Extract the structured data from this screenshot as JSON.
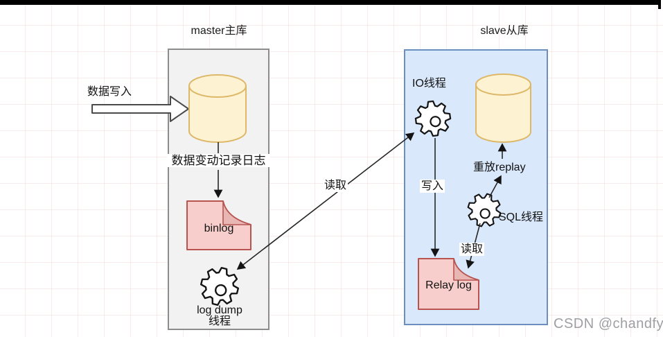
{
  "colors": {
    "pageBg": "#ffffff",
    "topBar": "#000000",
    "masterBoxFill": "#f2f2f2",
    "masterBoxStroke": "#8c8c8c",
    "slaveBoxFill": "#dae8fc",
    "slaveBoxStroke": "#6c8ebf",
    "cylinderFill": "#fdf3d2",
    "cylinderStroke": "#ddb868",
    "docFill": "#f8cecc",
    "docStroke": "#b85450",
    "docFoldFill": "#e8b7b4",
    "connector": "#262626",
    "watermark": "#9e9ea3"
  },
  "master": {
    "title": "master主库",
    "write_in_label": "数据写入",
    "cylinder_caption": "数据变动记录日志",
    "binlog_label": "binlog",
    "dump_thread_line1": "log dump",
    "dump_thread_line2": "线程"
  },
  "slave": {
    "title": "slave从库",
    "io_thread_label": "IO线程",
    "write_label": "写入",
    "replay_label": "重放replay",
    "sql_thread_label": "SQL线程",
    "read_label": "读取",
    "relay_log_label": "Relay log"
  },
  "link": {
    "read_label": "读取"
  },
  "watermark": {
    "text": "CSDN @chandfy"
  }
}
